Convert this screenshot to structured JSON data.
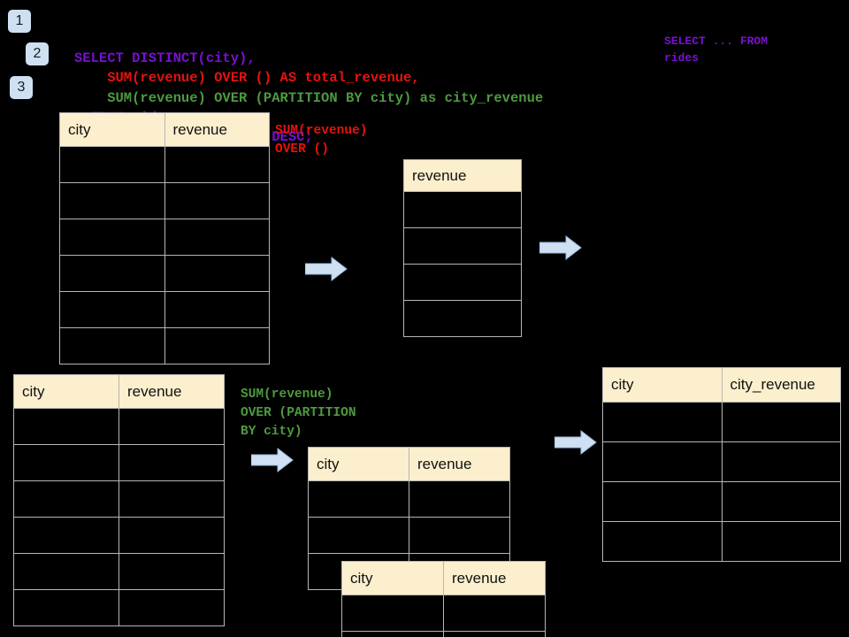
{
  "colors": {
    "background": "#000000",
    "header_fill": "#fcefcd",
    "grid_line": "#b6b6b6",
    "badge_fill": "#cfe0f2",
    "arrow_fill": "#cfe0f2",
    "arrow_stroke": "#9bbbdd",
    "sql_purple": "#7a0fd4",
    "sql_red": "#e8120c",
    "sql_green": "#4e9a3f"
  },
  "sql": {
    "lines": [
      {
        "text": "SELECT DISTINCT(city),",
        "color": "#7a0fd4"
      },
      {
        "text": "    SUM(revenue) OVER () AS total_revenue,",
        "color": "#e8120c"
      },
      {
        "text": "    SUM(revenue) OVER (PARTITION BY city) as city_revenue",
        "color": "#4e9a3f"
      },
      {
        "text": "  FROM rides",
        "color": "#7a0fd4"
      },
      {
        "text": "  ORDER by city_revenue DESC;",
        "color": "#7a0fd4"
      }
    ]
  },
  "badges": [
    {
      "label": "1"
    },
    {
      "label": "2"
    },
    {
      "label": "3"
    }
  ],
  "annotations": {
    "select_from_rides": "SELECT ... FROM\nrides",
    "total_revenue": "SUM(revenue)\nOVER ()",
    "city_revenue": "SUM(revenue)\nOVER (PARTITION\nBY city)"
  },
  "tables": {
    "rides_top": {
      "name": "rides-source-top",
      "headers": [
        "city",
        "revenue"
      ],
      "rows": [
        [
          "",
          ""
        ],
        [
          "",
          ""
        ],
        [
          "",
          ""
        ],
        [
          "",
          ""
        ],
        [
          "",
          ""
        ],
        [
          "",
          ""
        ]
      ]
    },
    "total_revenue": {
      "name": "total-revenue-intermediate",
      "headers": [
        "revenue"
      ],
      "rows": [
        [
          ""
        ],
        [
          ""
        ],
        [
          ""
        ],
        [
          ""
        ]
      ]
    },
    "rides_bottom": {
      "name": "rides-source-bottom",
      "headers": [
        "city",
        "revenue"
      ],
      "rows": [
        [
          "",
          ""
        ],
        [
          "",
          ""
        ],
        [
          "",
          ""
        ],
        [
          "",
          ""
        ],
        [
          "",
          ""
        ],
        [
          "",
          ""
        ]
      ]
    },
    "partition_a": {
      "name": "partition-group-a",
      "headers": [
        "city",
        "revenue"
      ],
      "rows": [
        [
          "",
          ""
        ],
        [
          "",
          ""
        ],
        [
          "",
          ""
        ]
      ]
    },
    "partition_b": {
      "name": "partition-group-b",
      "headers": [
        "city",
        "revenue"
      ],
      "rows": [
        [
          "",
          ""
        ],
        [
          "",
          ""
        ]
      ]
    },
    "result": {
      "name": "final-result",
      "headers": [
        "city",
        "city_revenue"
      ],
      "rows": [
        [
          "",
          ""
        ],
        [
          "",
          ""
        ],
        [
          "",
          ""
        ],
        [
          "",
          ""
        ]
      ]
    }
  },
  "arrows": [
    {
      "name": "arrow-rides-to-total"
    },
    {
      "name": "arrow-total-to-result"
    },
    {
      "name": "arrow-rides-to-partition"
    },
    {
      "name": "arrow-partition-to-result"
    }
  ]
}
